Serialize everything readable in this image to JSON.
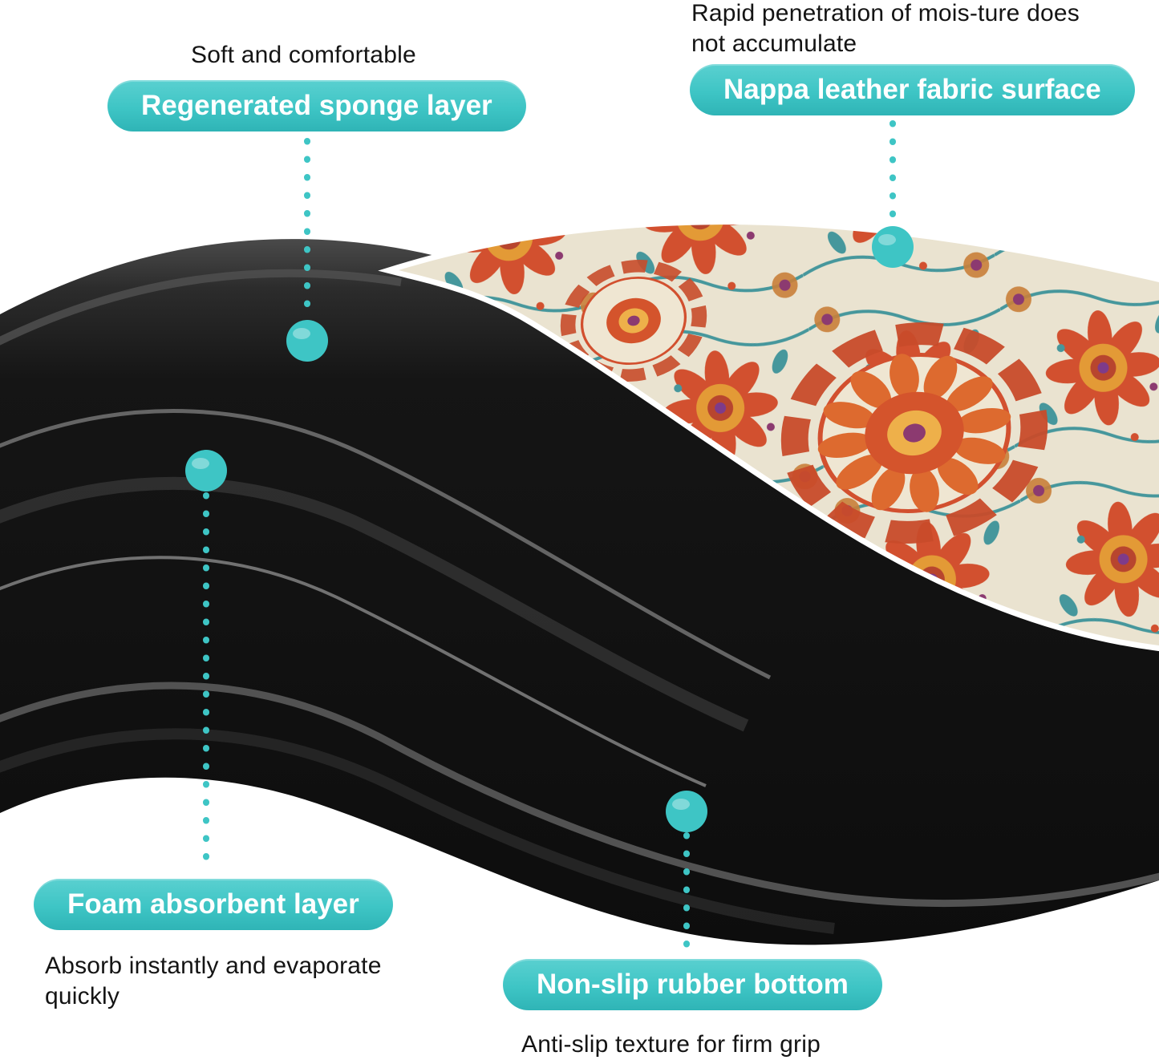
{
  "colors": {
    "accent": "#3EC5C5",
    "accent_dark": "#2FB4B6",
    "text": "#141414",
    "background": "#FFFFFF",
    "mat_black": "#121212",
    "fabric_cream": "#EAE3D0"
  },
  "callouts": {
    "sponge": {
      "caption": "Soft and comfortable",
      "label": "Regenerated sponge layer"
    },
    "fabric": {
      "caption": "Rapid penetration of mois-ture does not accumulate",
      "label": "Nappa leather fabric surface"
    },
    "foam": {
      "label": "Foam absorbent layer",
      "caption": "Absorb instantly and evaporate quickly"
    },
    "rubber": {
      "label": "Non-slip rubber bottom",
      "caption": "Anti-slip texture for firm grip"
    }
  },
  "icons": {
    "callout_dot": "filled-circle",
    "callout_line": "dotted-vertical-line"
  }
}
